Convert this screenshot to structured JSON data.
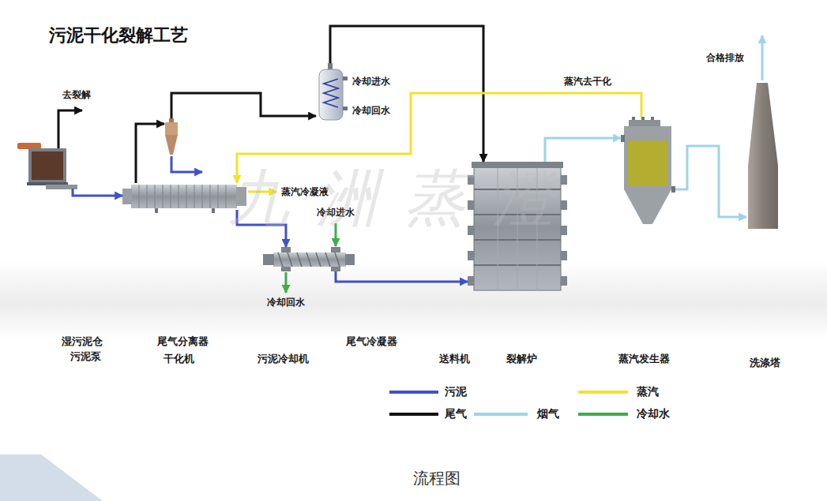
{
  "diagram": {
    "title": "污泥干化裂解工艺",
    "caption": "流程图",
    "nodes": [
      {
        "text": [
          "湿污泥仓",
          "污泥泵"
        ]
      },
      {
        "text": [
          "尾气分离器"
        ]
      },
      {
        "text": [
          "干化机"
        ]
      },
      {
        "text": [
          "污泥冷却机"
        ]
      },
      {
        "text": [
          "尾气冷凝器"
        ]
      },
      {
        "text": [
          "裂解炉"
        ]
      },
      {
        "text": [
          "蒸汽发生器"
        ]
      },
      {
        "text": [
          "洗涤塔"
        ]
      }
    ],
    "edges": [
      {
        "from": 0,
        "to": 2,
        "arrow": "to"
      },
      {
        "from": 2,
        "to": 1,
        "arrow": "to"
      },
      {
        "from": 1,
        "to": 4,
        "arrow": "to"
      },
      {
        "from": 4,
        "to": 5,
        "arrow": "to"
      },
      {
        "from": 2,
        "to": 3,
        "arrow": "to"
      },
      {
        "from": 3,
        "to": 5,
        "arrow": "to"
      },
      {
        "from": 6,
        "to": 2,
        "label": "蒸汽去干化",
        "arrow": "to"
      },
      {
        "from": 5,
        "to": 6,
        "arrow": "to"
      },
      {
        "from": 6,
        "to": 7,
        "arrow": "to"
      }
    ],
    "labels": [
      "去裂解",
      "冷却进水",
      "冷却回水",
      "蒸汽冷凝液",
      "冷却进水",
      "冷却回水",
      "送料机",
      "合格排放",
      "九洲蒸澄"
    ],
    "legend": [
      {
        "text": "污泥",
        "color": "#3f51c7"
      },
      {
        "text": "蒸汽",
        "color": "#f2e22e"
      },
      {
        "text": "尾气",
        "color": "#111111"
      },
      {
        "text": "烟气",
        "color": "#9fd4e6"
      },
      {
        "text": "冷却水",
        "color": "#3aae4a"
      }
    ]
  }
}
